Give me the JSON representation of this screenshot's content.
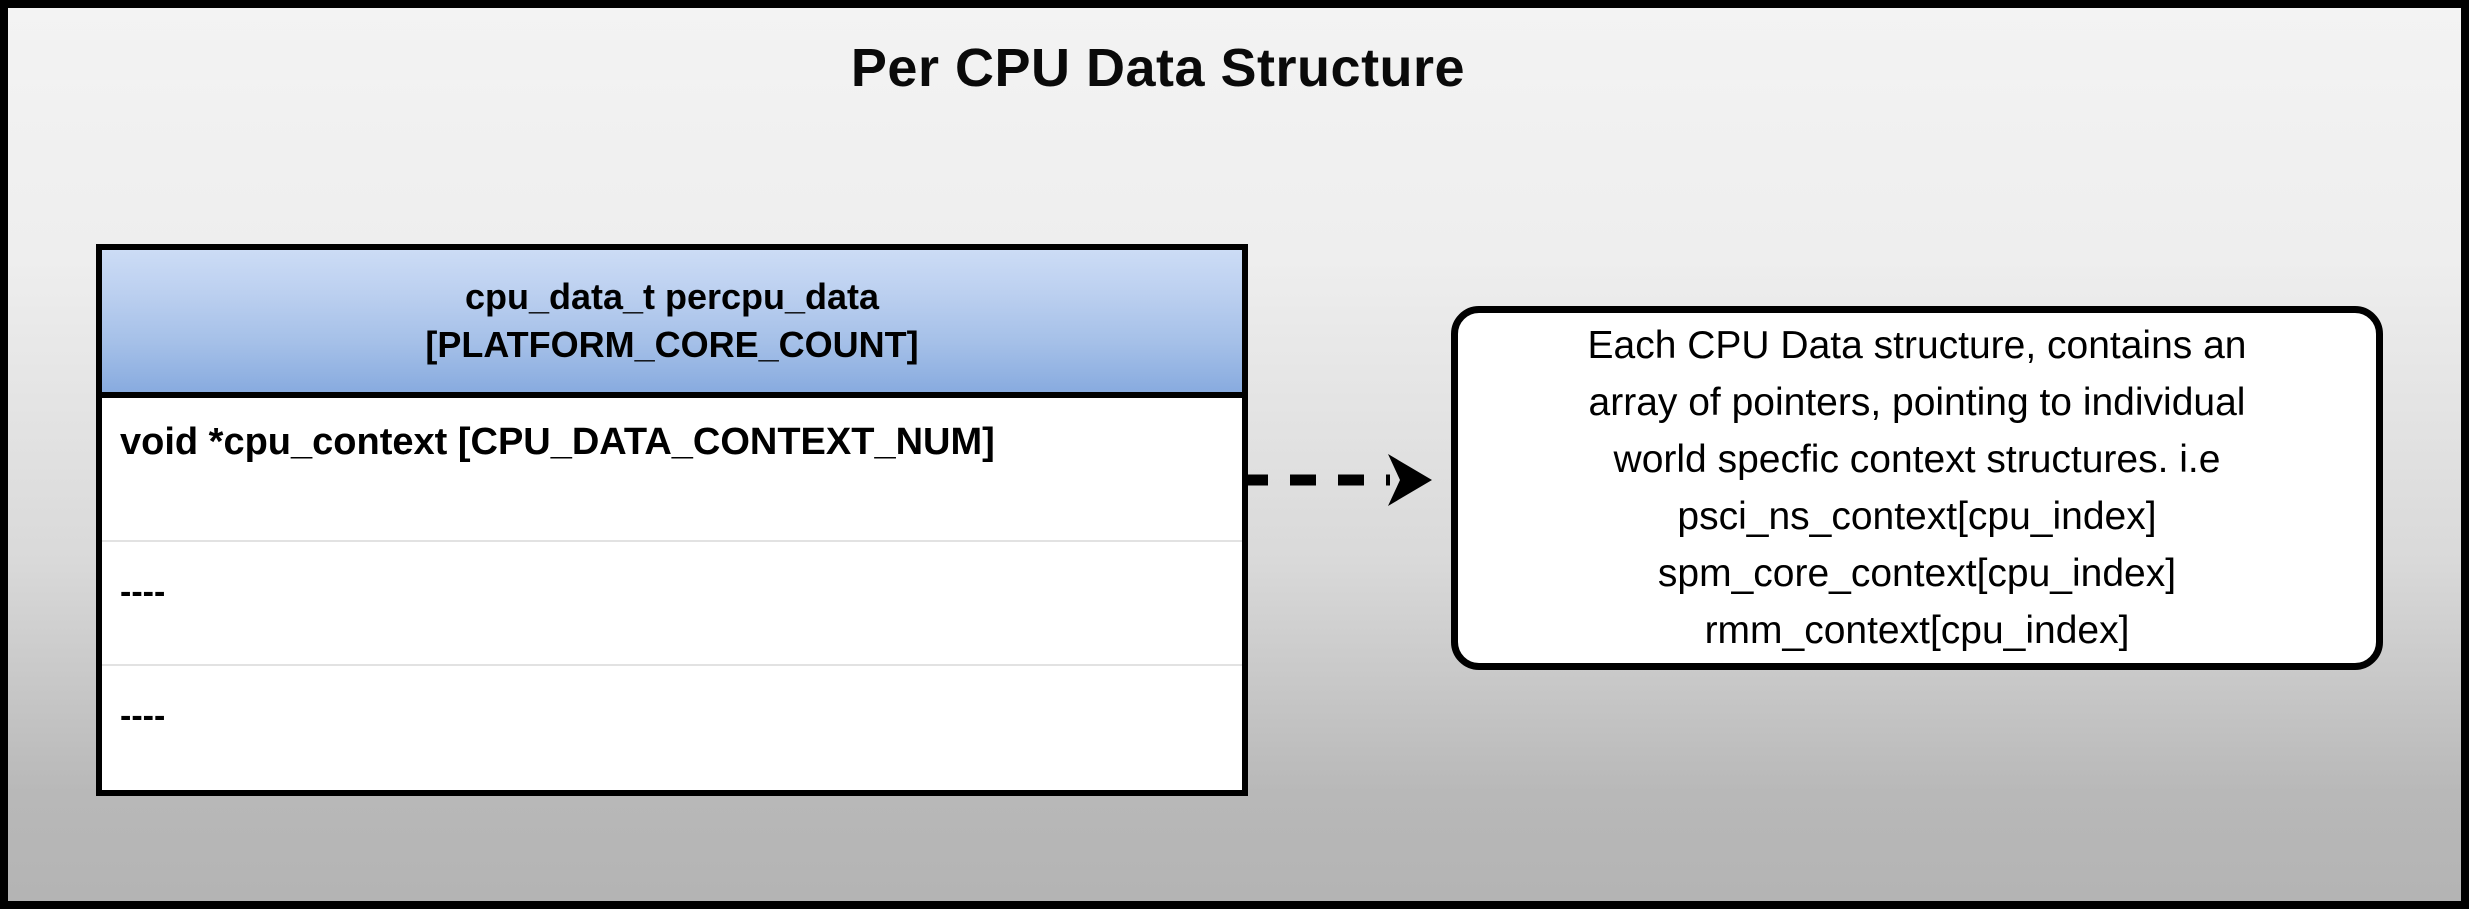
{
  "diagram": {
    "title": "Per CPU Data Structure",
    "background": {
      "gradient_top": "#f3f3f3",
      "gradient_bottom": "#b4b4b4",
      "border_color": "#000000"
    }
  },
  "struct_table": {
    "header": {
      "line1": "cpu_data_t percpu_data",
      "line2": "[PLATFORM_CORE_COUNT]",
      "gradient_top": "#ccdcf5",
      "gradient_bottom": "#88abdf"
    },
    "rows": [
      {
        "label": "void *cpu_context [CPU_DATA_CONTEXT_NUM]"
      },
      {
        "label": "----"
      },
      {
        "label": "----"
      }
    ],
    "border_color": "#000000",
    "body_background": "#ffffff"
  },
  "connector": {
    "style": "dashed",
    "arrowhead": "filled-triangle",
    "color": "#000000"
  },
  "note": {
    "lines": [
      "Each CPU Data structure, contains an",
      "array of pointers, pointing to individual",
      "world specfic context structures. i.e",
      "psci_ns_context[cpu_index]",
      "spm_core_context[cpu_index]",
      "rmm_context[cpu_index]"
    ],
    "border_color": "#000000",
    "background": "#ffffff"
  }
}
